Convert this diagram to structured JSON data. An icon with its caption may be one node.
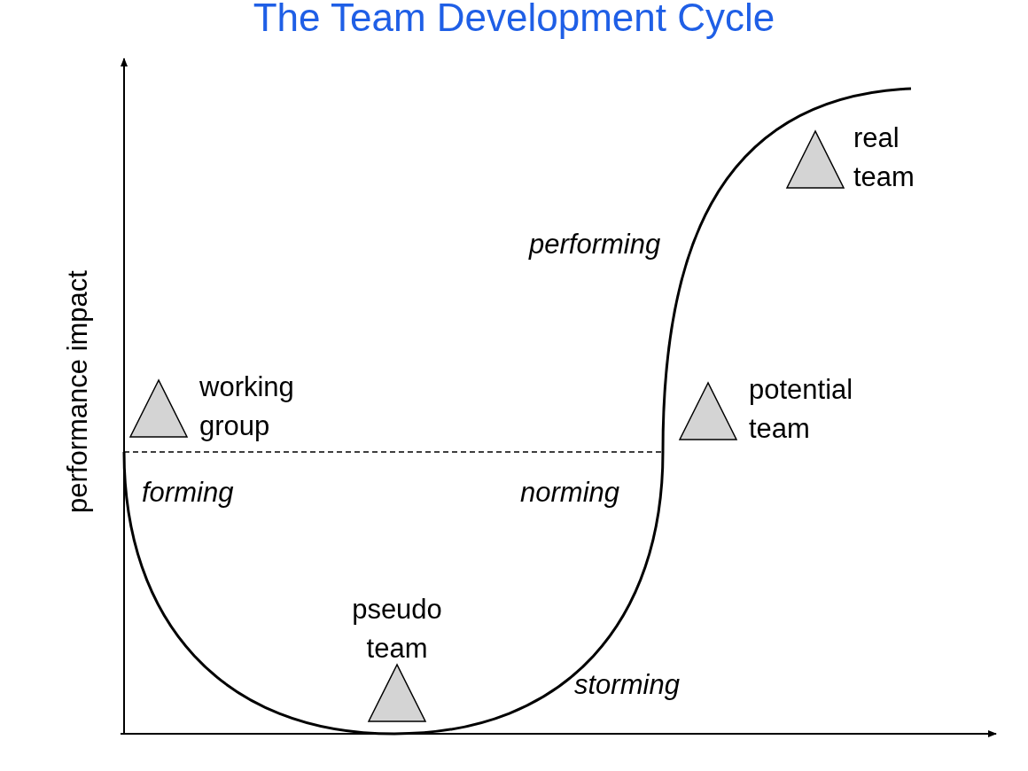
{
  "diagram": {
    "title": "The Team Development Cycle",
    "nodes": [
      {
        "text": [
          "working group"
        ]
      },
      {
        "text": [
          "pseudo team"
        ]
      },
      {
        "text": [
          "potential team"
        ]
      },
      {
        "text": [
          "real team"
        ]
      }
    ],
    "labels": [
      "performing",
      "performance impact",
      "forming",
      "norming",
      "storming"
    ]
  }
}
